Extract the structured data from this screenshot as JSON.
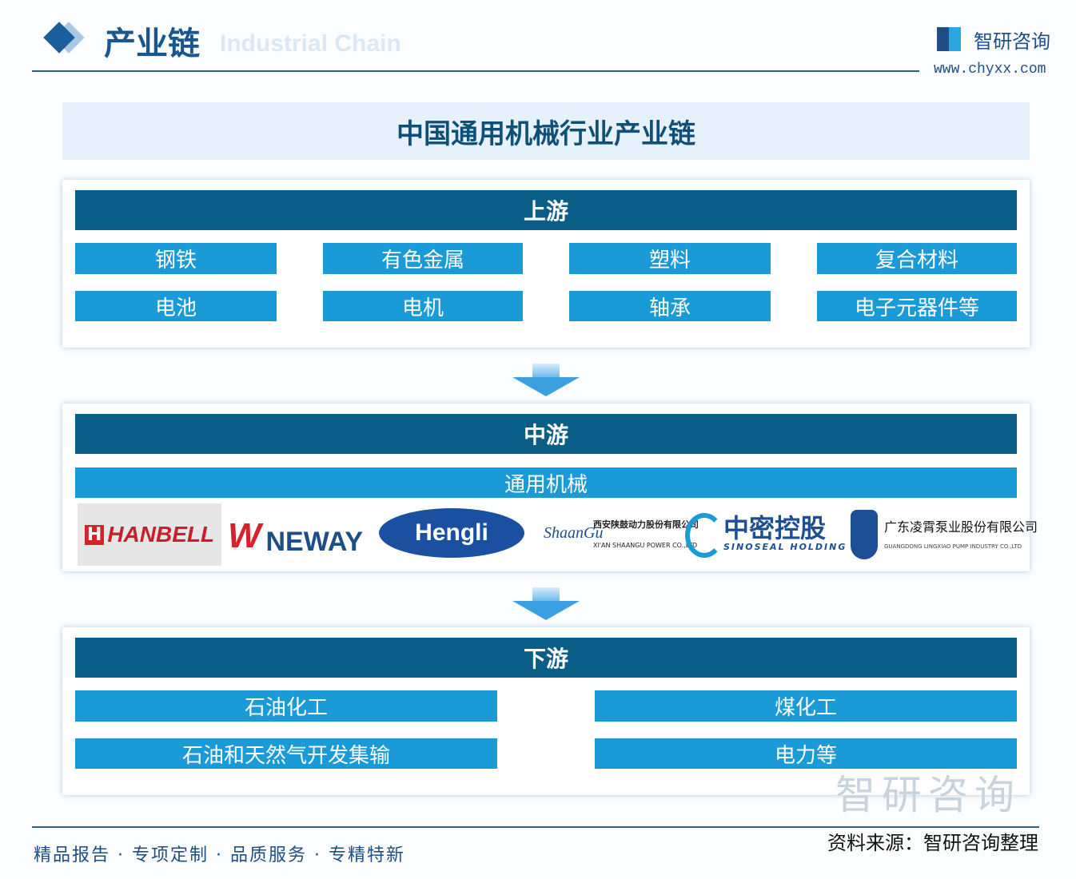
{
  "header": {
    "title": "产业链",
    "subtitle": "Industrial Chain",
    "brand": "智研咨询",
    "url": "www.chyxx.com"
  },
  "chart_title": "中国通用机械行业产业链",
  "upstream": {
    "label": "上游",
    "items": [
      "钢铁",
      "有色金属",
      "塑料",
      "复合材料",
      "电池",
      "电机",
      "轴承",
      "电子元器件等"
    ]
  },
  "midstream": {
    "label": "中游",
    "category": "通用机械",
    "logos": [
      {
        "name": "HANBELL"
      },
      {
        "name": "NEWAY"
      },
      {
        "name": "Hengli"
      },
      {
        "name": "ShaanGu",
        "cn": "西安陕鼓动力股份有限公司",
        "en": "XI'AN SHAANGU POWER CO.,LTD"
      },
      {
        "name": "中密控股",
        "en": "SINOSEAL HOLDING"
      },
      {
        "name": "广东凌霄泵业股份有限公司",
        "en": "GUANGDONG LINGXIAO PUMP INDUSTRY CO.,LTD"
      }
    ]
  },
  "downstream": {
    "label": "下游",
    "items": [
      "石油化工",
      "煤化工",
      "石油和天然气开发集输",
      "电力等"
    ]
  },
  "footer": {
    "slogan": "精品报告 · 专项定制 · 品质服务 · 专精特新",
    "source": "资料来源：智研咨询整理",
    "watermark": "智研咨询"
  },
  "colors": {
    "dark": "#0a5d86",
    "item": "#1a9ad6",
    "accent": "#17568f"
  }
}
